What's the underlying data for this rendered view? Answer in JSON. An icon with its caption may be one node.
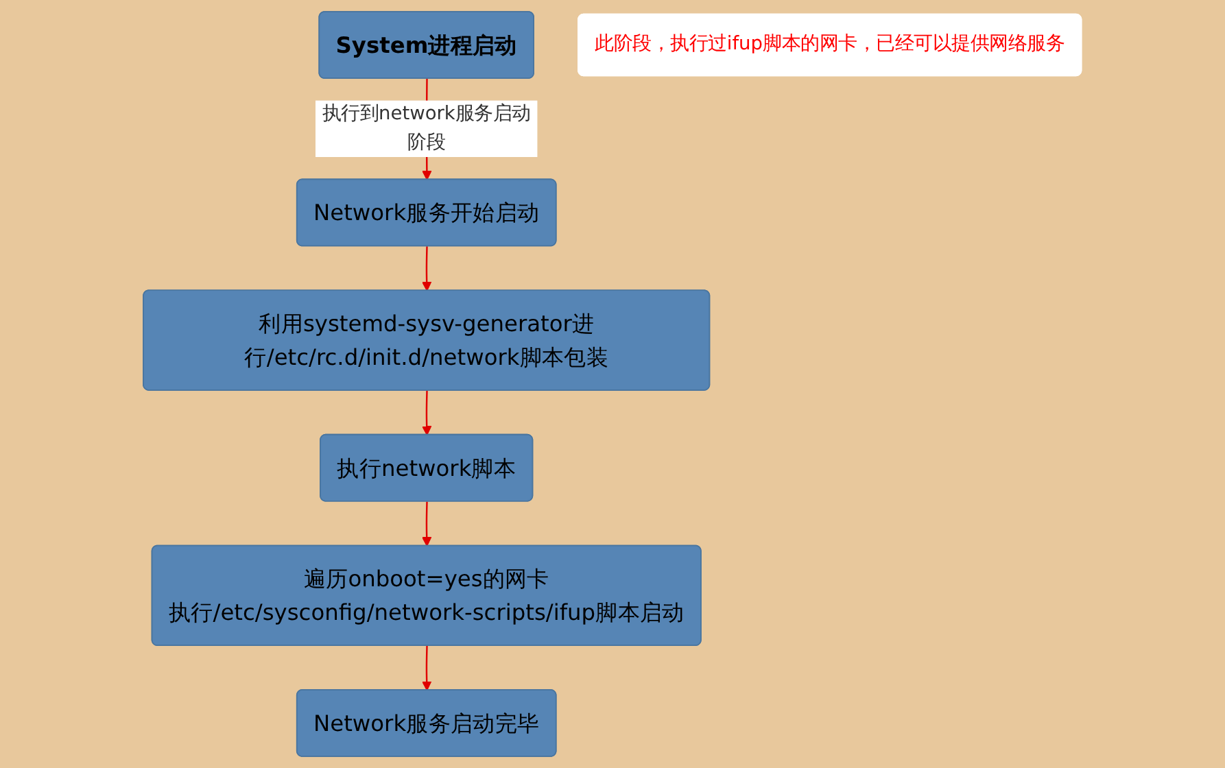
{
  "diagram": {
    "nodes": [
      {
        "text": [
          "System进程启动"
        ]
      },
      {
        "text": [
          "Network服务开始启动"
        ]
      },
      {
        "text": [
          "利用systemd-sysv-generator进行/etc/rc.d/init.d/network脚本包装"
        ]
      },
      {
        "text": [
          "执行network脚本"
        ]
      },
      {
        "text": [
          "遍历onboot=yes的网卡",
          "执行/etc/sysconfig/network-scripts/ifup脚本启动"
        ]
      },
      {
        "text": [
          "Network服务启动完毕"
        ]
      },
      {
        "text": [
          "此阶段，执行过ifup脚本的网卡，已经可以提供网络服务"
        ]
      }
    ],
    "edges": [
      {
        "from": 0,
        "to": 1,
        "arrow": "to",
        "label": "执行到network服务启动阶段"
      },
      {
        "from": 1,
        "to": 2,
        "arrow": "to"
      },
      {
        "from": 2,
        "to": 3,
        "arrow": "to"
      },
      {
        "from": 3,
        "to": 4,
        "arrow": "to"
      },
      {
        "from": 4,
        "to": 5,
        "arrow": "to"
      }
    ]
  }
}
